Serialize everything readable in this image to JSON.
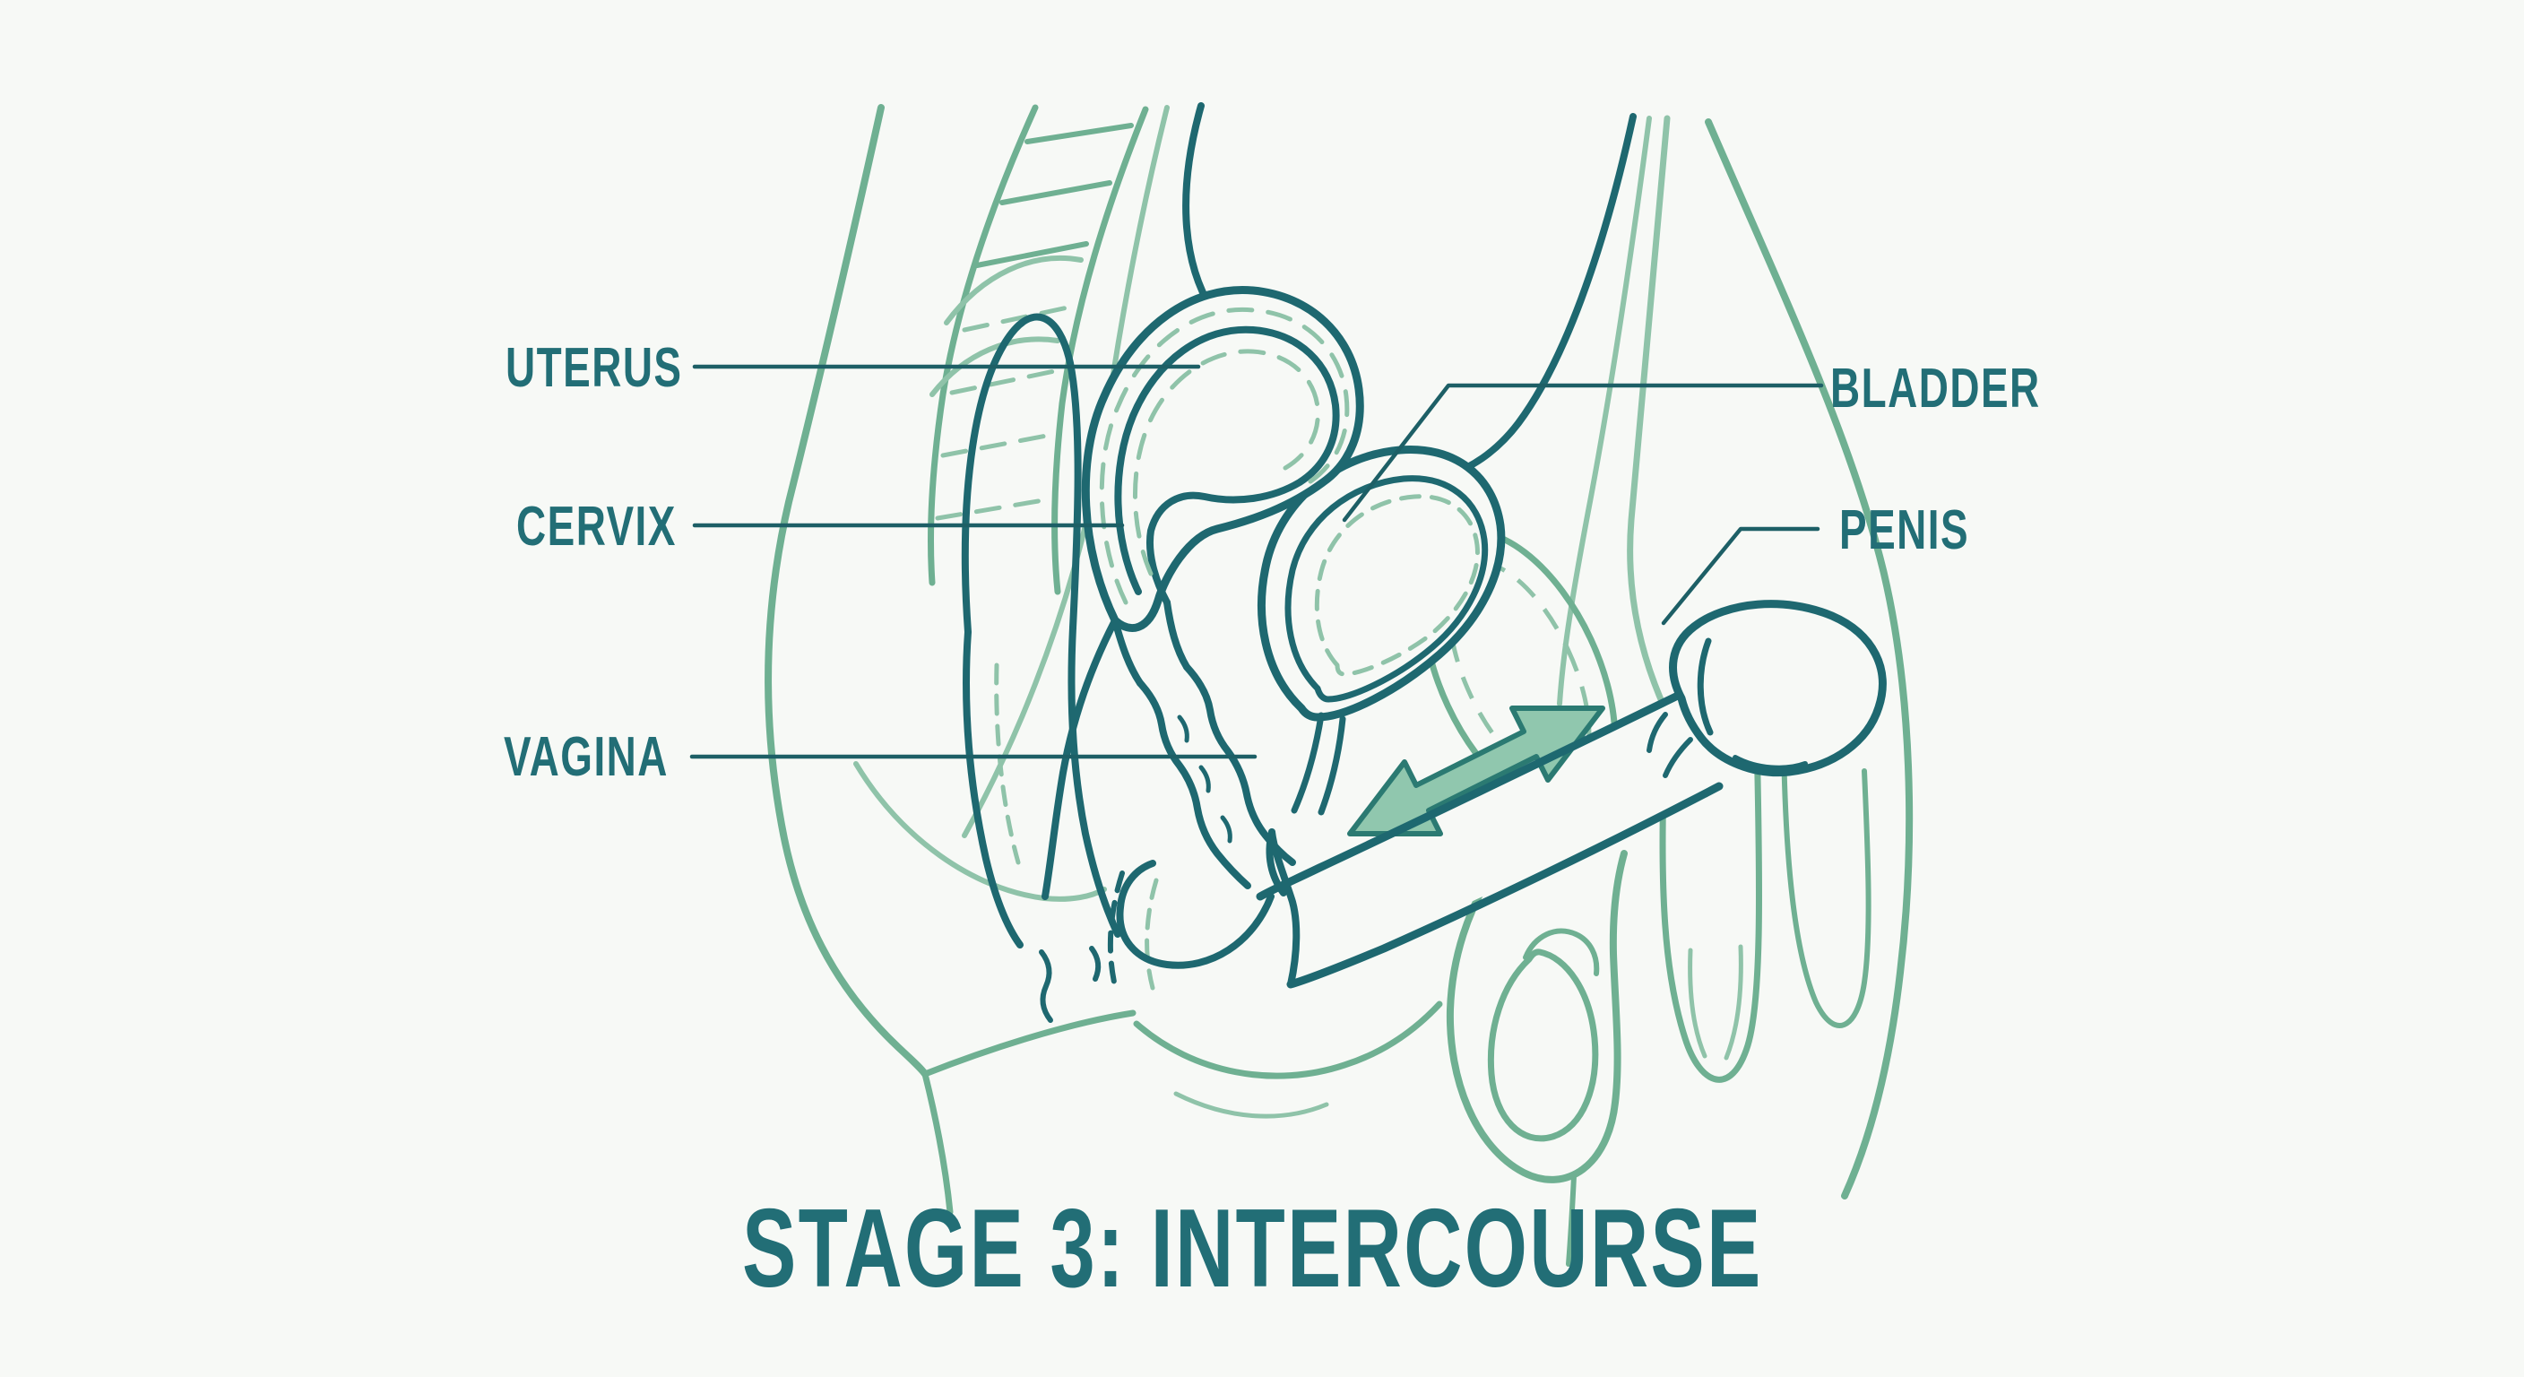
{
  "figure": {
    "title": "STAGE 3: INTERCOURSE",
    "type": "anatomical sagittal cross-section line diagram",
    "labels": {
      "uterus": "UTERUS",
      "cervix": "CERVIX",
      "vagina": "VAGINA",
      "bladder": "BLADDER",
      "penis": "PENIS"
    }
  },
  "icons": {
    "motion_arrow": "double-headed-arrow"
  },
  "colors": {
    "background": "#f7f9f6",
    "line_dark": "#1e6870",
    "line_mid": "#6fb092",
    "line_pale": "#8fc3a9",
    "text": "#226e76",
    "leader": "#1d5f66",
    "arrow_fill": "#90c7ae",
    "arrow_stroke": "#2b7a72"
  }
}
